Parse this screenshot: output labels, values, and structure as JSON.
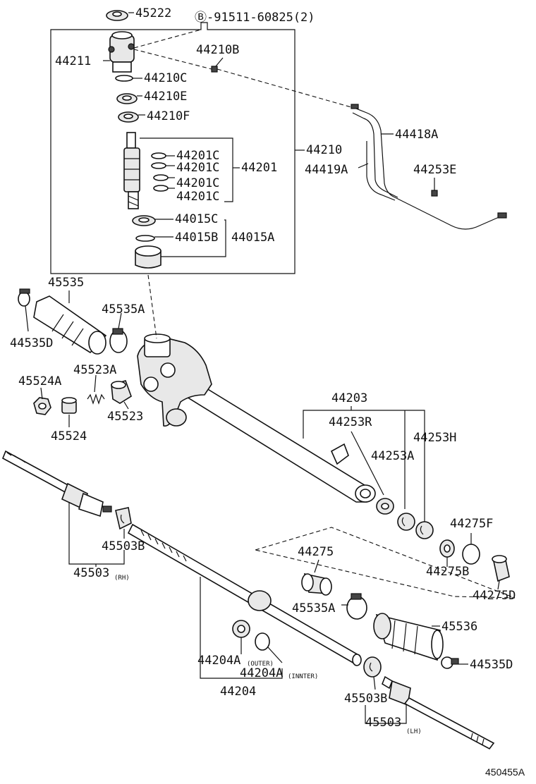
{
  "figure_ref": "450455A",
  "labels": {
    "p45222": "45222",
    "p91511": "Ⓑ-91511-60825(2)",
    "p44211": "44211",
    "p44210B": "44210B",
    "p44210C": "44210C",
    "p44210E": "44210E",
    "p44210F": "44210F",
    "p44201C_1": "44201C",
    "p44201C_2": "44201C",
    "p44201C_3": "44201C",
    "p44201C_4": "44201C",
    "p44201": "44201",
    "p44210": "44210",
    "p44418A": "44418A",
    "p44419A": "44419A",
    "p44253E": "44253E",
    "p44015C": "44015C",
    "p44015B": "44015B",
    "p44015A": "44015A",
    "p45535": "45535",
    "p45535A_top": "45535A",
    "p44535D_top": "44535D",
    "p45524A": "45524A",
    "p45523A": "45523A",
    "p45524": "45524",
    "p45523": "45523",
    "p44203": "44203",
    "p44253R": "44253R",
    "p44253H": "44253H",
    "p44253A": "44253A",
    "p44275F": "44275F",
    "p44275": "44275",
    "p44275B": "44275B",
    "p44275D": "44275D",
    "p45503B_rh": "45503B",
    "p45503_rh": "45503",
    "rh_note": "(RH)",
    "p45535A_bot": "45535A",
    "p45536": "45536",
    "p44535D_bot": "44535D",
    "p44204A_outer": "44204A",
    "outer_note": "(OUTER)",
    "p44204A_inner": "44204A",
    "inner_note": "(INNTER)",
    "p44204": "44204",
    "p45503B_lh": "45503B",
    "p45503_lh": "45503",
    "lh_note": "(LH)"
  }
}
